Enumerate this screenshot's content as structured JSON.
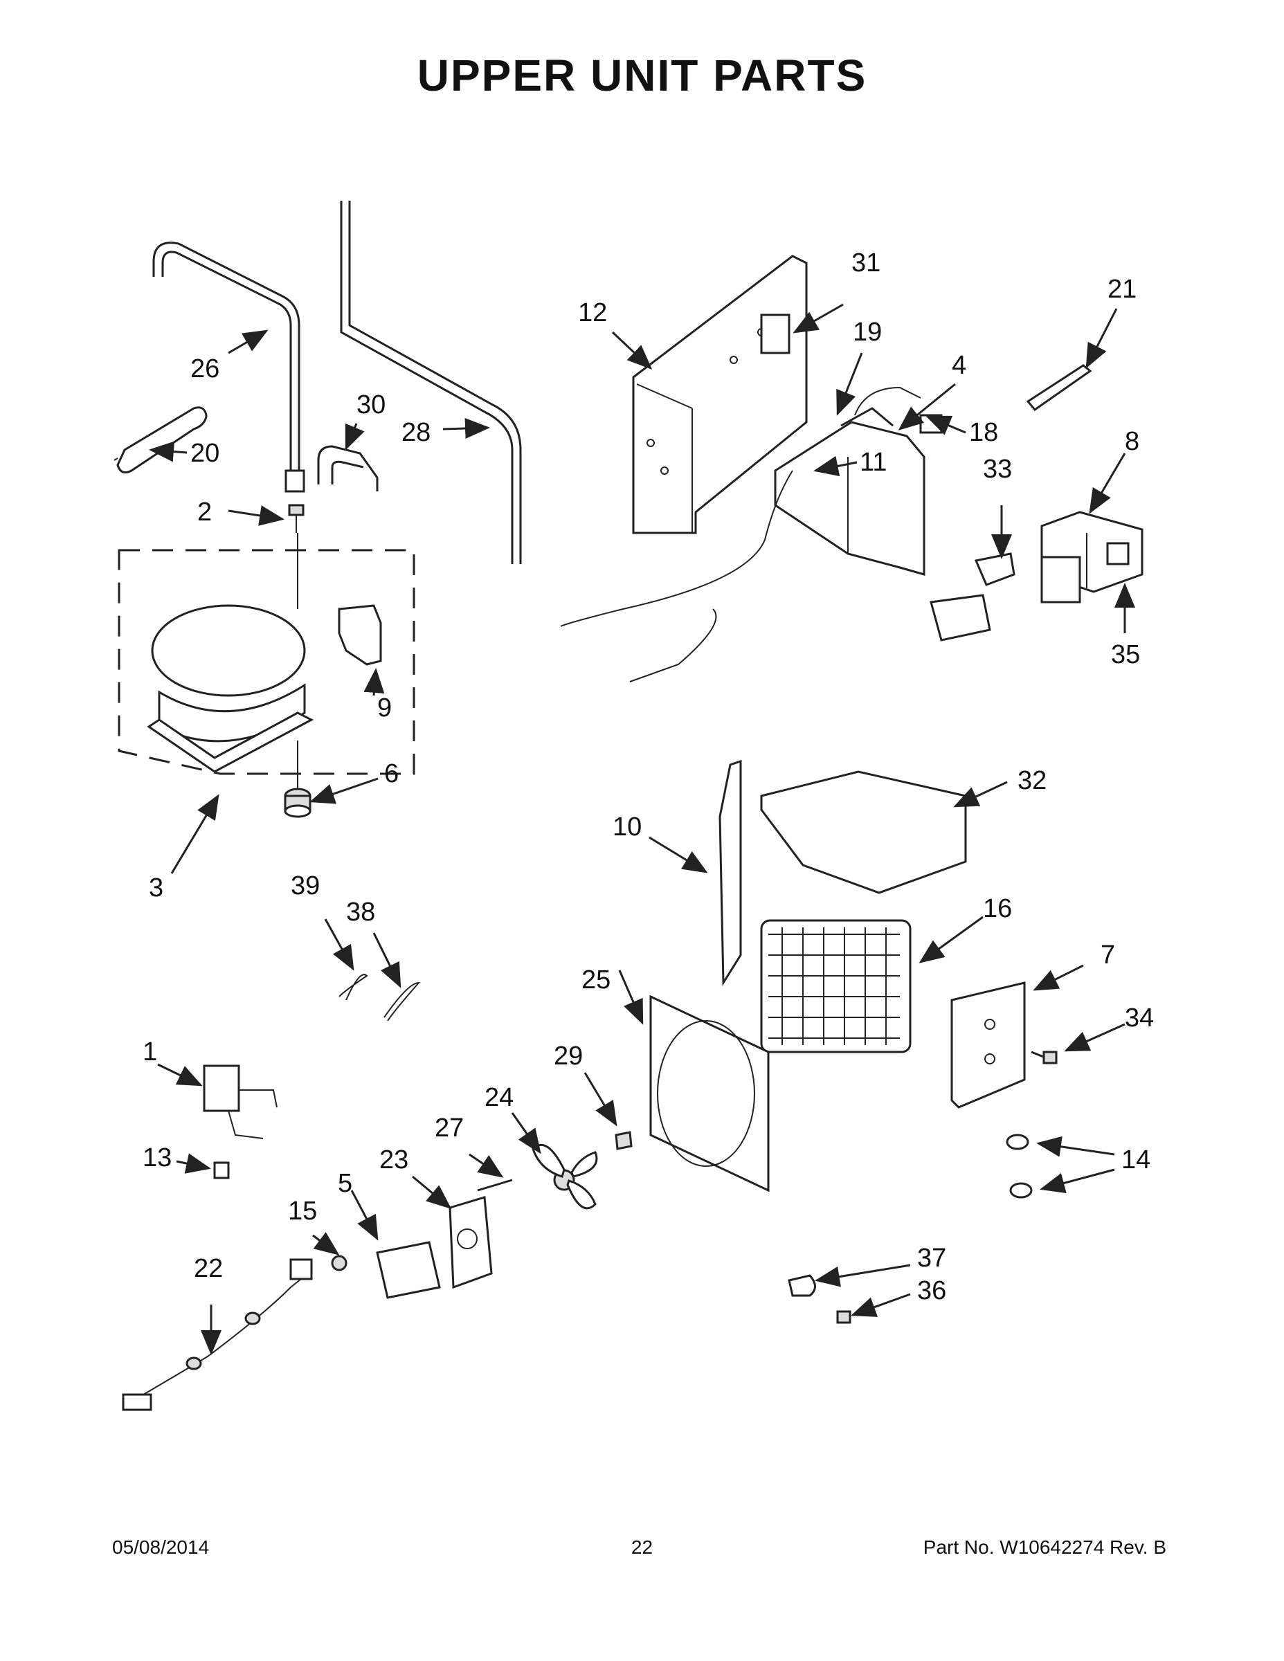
{
  "title": "UPPER UNIT PARTS",
  "callouts": [
    "1",
    "2",
    "3",
    "4",
    "5",
    "6",
    "7",
    "8",
    "9",
    "10",
    "11",
    "12",
    "13",
    "14",
    "15",
    "16",
    "18",
    "19",
    "20",
    "21",
    "22",
    "23",
    "24",
    "25",
    "26",
    "27",
    "28",
    "29",
    "30",
    "31",
    "32",
    "33",
    "34",
    "35",
    "36",
    "37",
    "38",
    "39"
  ],
  "footer": {
    "date": "05/08/2014",
    "page": "22",
    "part_no": "Part No.  W10642274  Rev.  B"
  }
}
